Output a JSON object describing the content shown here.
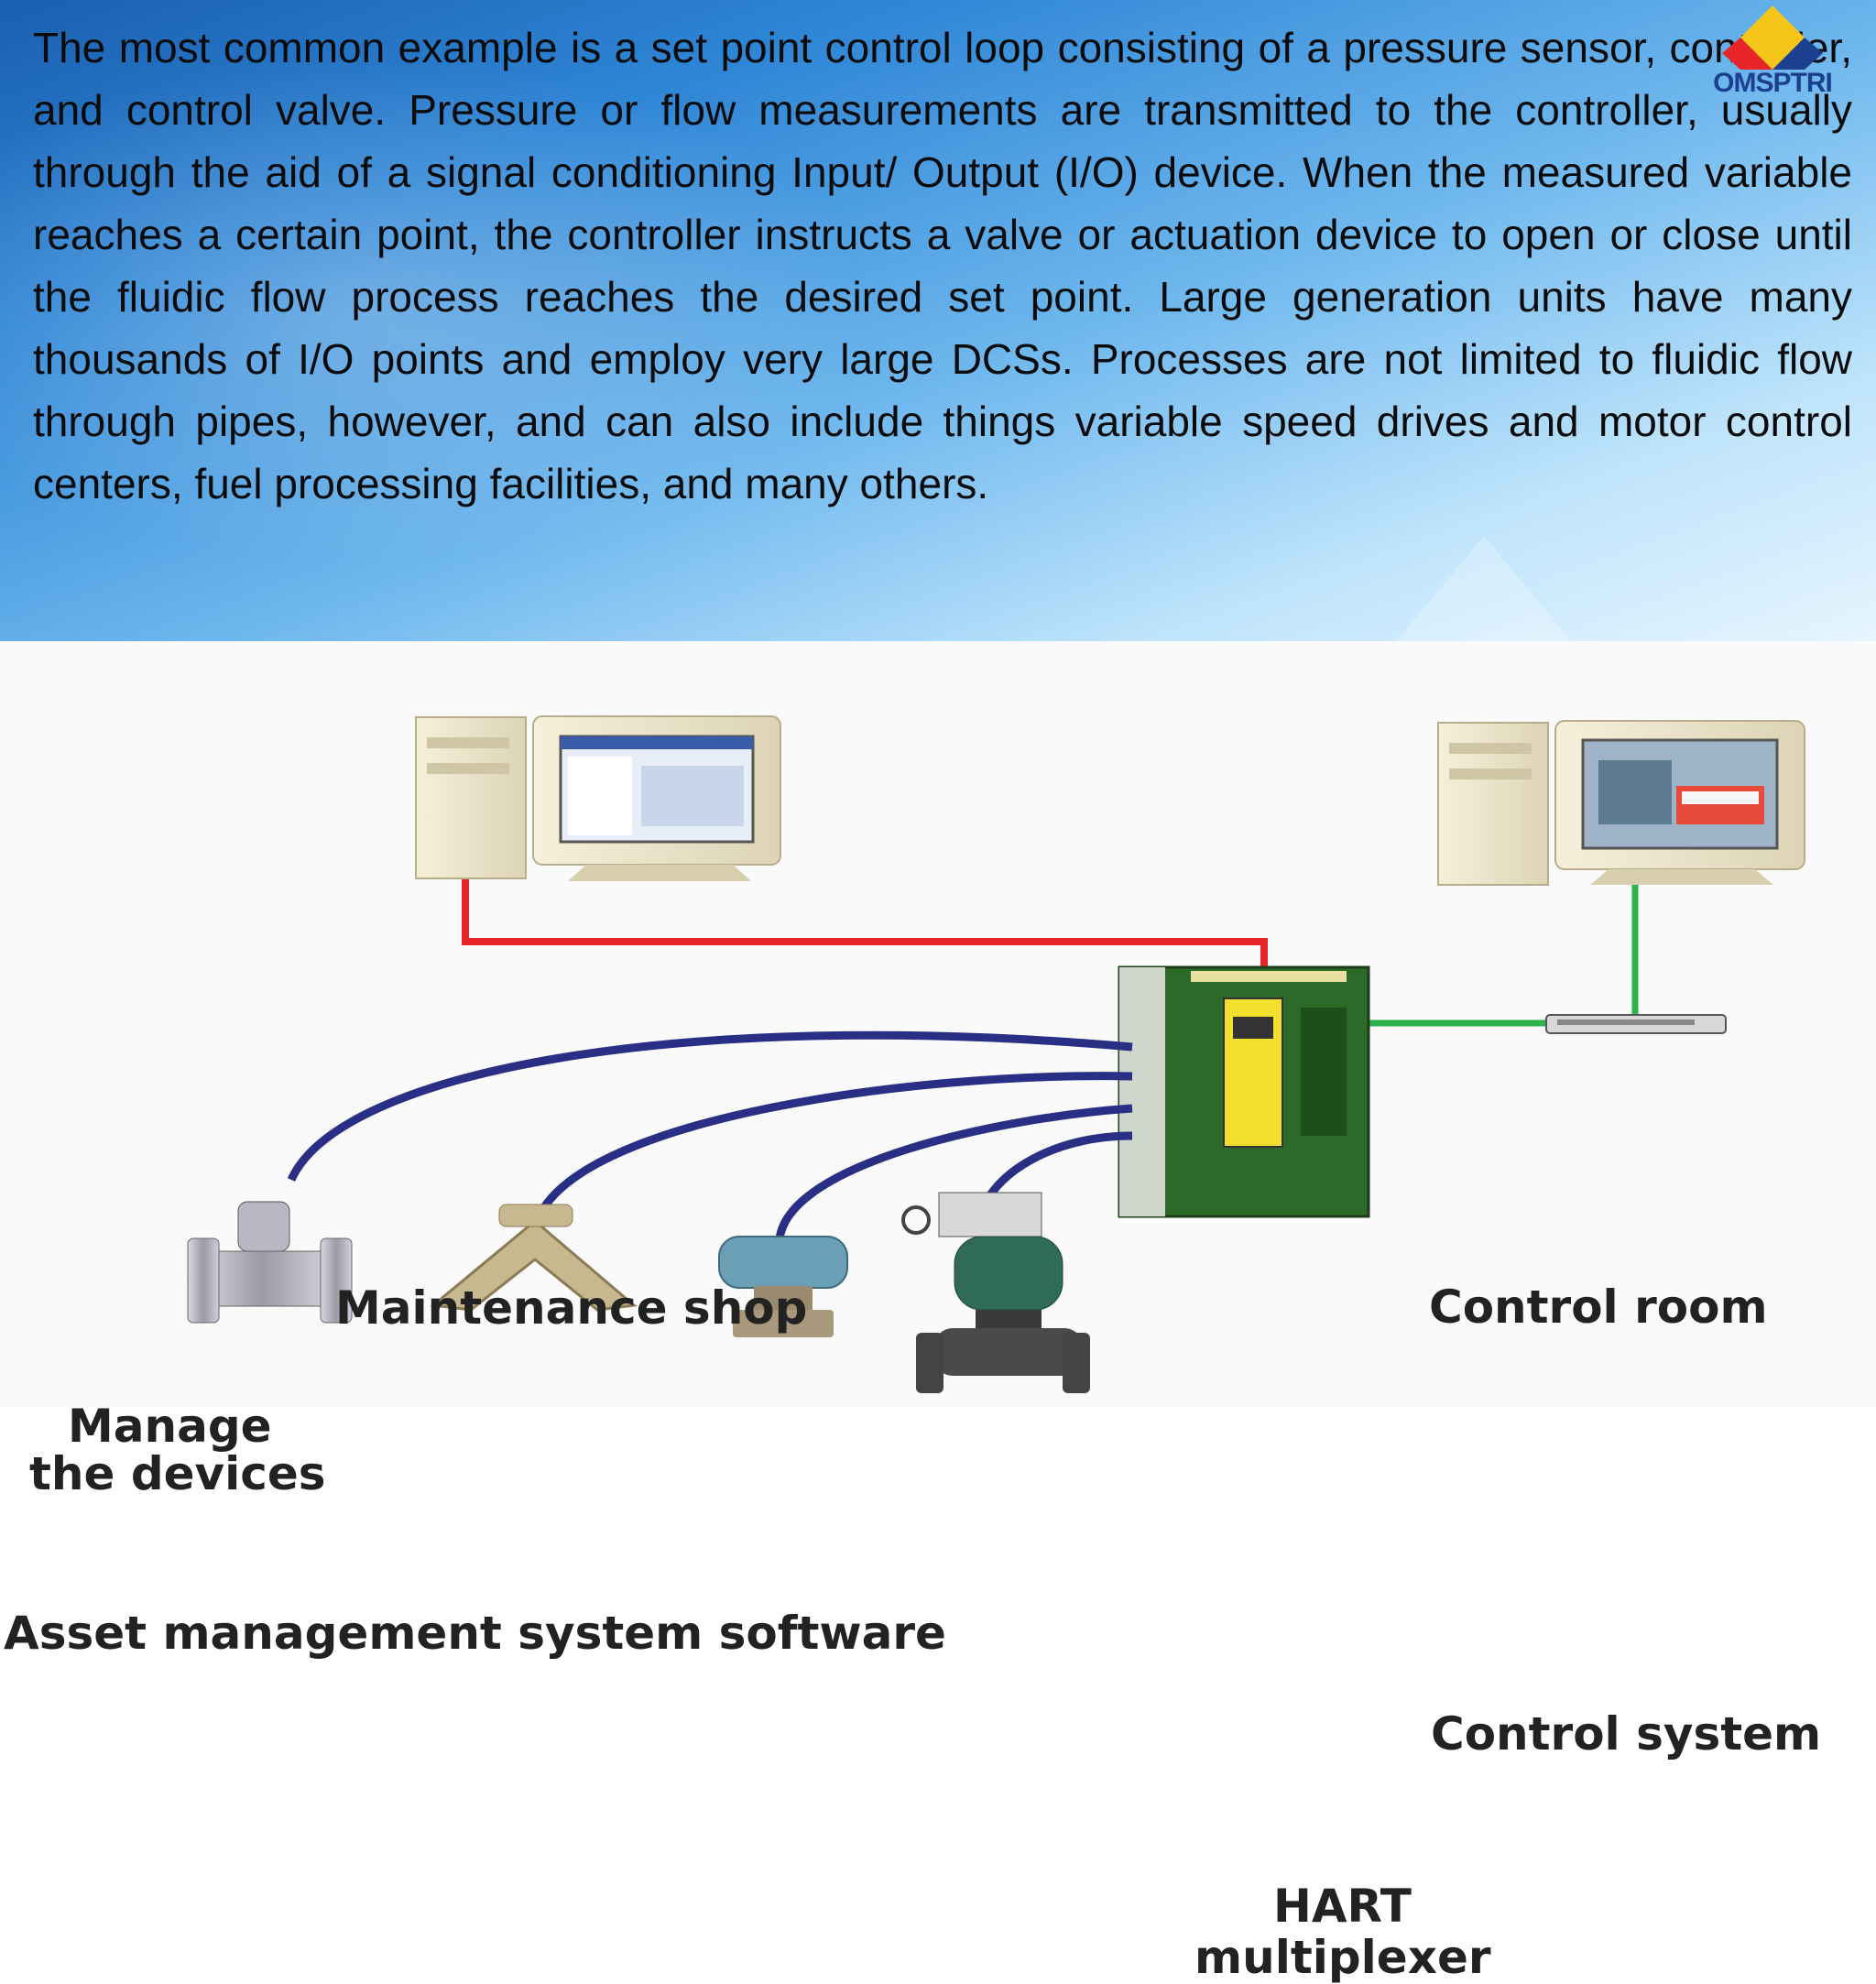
{
  "paragraph": "The most common example is a set point control loop consisting of a pressure sensor, controller, and control valve. Pressure or flow measurements are transmitted to the controller, usually through the aid of a signal conditioning Input/ Output (I/O) device. When the measured variable reaches a certain point, the controller instructs a valve or actuation device to open or close until the fluidic flow process reaches the desired set point. Large generation units have many thousands of I/O points and employ very large DCSs. Processes are not limited to fluidic flow through pipes, however, and can also include things variable speed drives and motor control centers, fuel processing facilities, and many others.",
  "logo": {
    "text": "OMSPTRI"
  },
  "diagram": {
    "maintenance_shop": "Maintenance shop",
    "control_room": "Control room",
    "manage_line1": "Manage",
    "manage_line2": "the devices",
    "asset_software": "Asset management system software",
    "control_system": "Control system",
    "hart_line1": "HART",
    "hart_line2": "multiplexer"
  },
  "colors": {
    "network_link": "#e8262a",
    "control_link": "#2bb24c",
    "field_cable": "#2a2f86",
    "board_green": "#2d6a2a",
    "module_yellow": "#f2e12c"
  },
  "icons": [
    "workstation-icon",
    "pressure-transmitter-icon",
    "flow-meter-icon",
    "level-transmitter-icon",
    "control-valve-icon",
    "network-switch-icon",
    "hart-multiplexer-board-icon"
  ]
}
